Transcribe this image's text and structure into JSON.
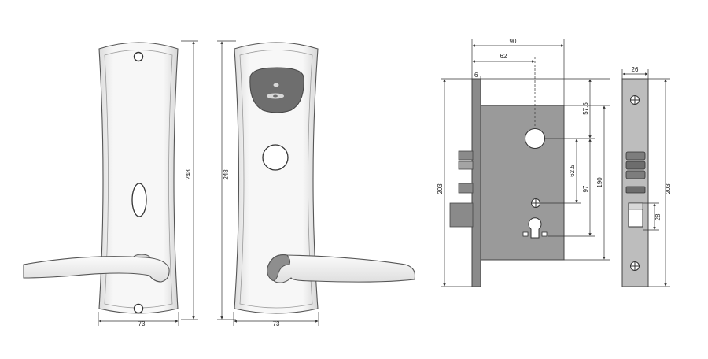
{
  "colors": {
    "background": "#ffffff",
    "plate_fill": "#f2f2f2",
    "plate_shade": "#e3e3e3",
    "outline": "#555555",
    "dimension_line": "#333333",
    "reader_fill": "#6e6e6e",
    "mortise_body": "#9a9a9a",
    "faceplate": "#bdbdbd",
    "bolt": "#7d7d7d"
  },
  "front_plate": {
    "height_label": "248",
    "width_label": "73"
  },
  "reader_plate": {
    "height_label": "248",
    "width_label": "73"
  },
  "mortise_side": {
    "backset_label": "90",
    "spindle_label": "62",
    "face_thickness_label": "6",
    "height_label": "203",
    "top_offset_label": "57.5",
    "spindle_to_screw_label": "62.5",
    "spindle_to_cylinder_label": "97",
    "body_height_label": "190"
  },
  "faceplate_view": {
    "width_label": "26",
    "height_label": "203",
    "latch_label": "28"
  }
}
